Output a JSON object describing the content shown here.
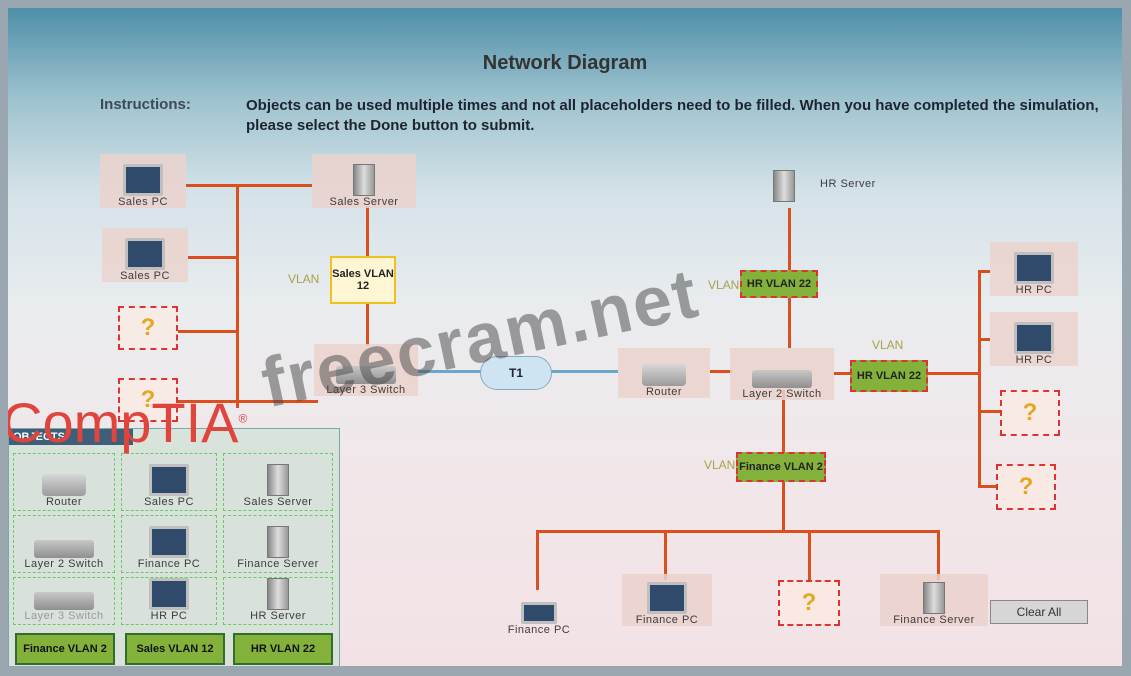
{
  "title": "Network Diagram",
  "instructions": {
    "label": "Instructions:",
    "text": "Objects can be used multiple times and not all placeholders need to be filled. When you have completed the simulation, please select the Done button to submit."
  },
  "diagram": {
    "sales_pc_1": "Sales PC",
    "sales_pc_2": "Sales PC",
    "sales_server": "Sales Server",
    "sales_vlan_word": "VLAN",
    "sales_vlan_box": "Sales VLAN 12",
    "layer3_switch": "Layer 3 Switch",
    "t1": "T1",
    "router": "Router",
    "layer2_switch": "Layer 2 Switch",
    "hr_server": "HR Server",
    "hr_vlan_word_top": "VLAN",
    "hr_vlan_box_top": "HR VLAN 22",
    "hr_vlan_word_right": "VLAN",
    "hr_vlan_box_right": "HR VLAN 22",
    "hr_pc_1": "HR PC",
    "hr_pc_2": "HR PC",
    "finance_vlan_word": "VLAN",
    "finance_vlan_box": "Finance VLAN 2",
    "finance_pc_1": "Finance PC",
    "finance_pc_2": "Finance PC",
    "finance_server": "Finance Server",
    "placeholder": "?"
  },
  "objects": {
    "header": "OBJECTS",
    "items": [
      "Router",
      "Sales PC",
      "Sales Server",
      "Layer 2 Switch",
      "Finance PC",
      "Finance Server",
      "Layer 3 Switch",
      "HR PC",
      "HR Server"
    ],
    "vlans": [
      "Finance VLAN 2",
      "Sales VLAN 12",
      "HR VLAN 22"
    ]
  },
  "buttons": {
    "clear_all": "Clear All"
  },
  "overlay": {
    "watermark": "freecram.net",
    "brand": "CompTIA"
  },
  "colors": {
    "link": "#d9501e",
    "vlan_green": "#84b13a",
    "placeholder_border": "#dd3333",
    "question_mark": "#e2a81f",
    "brand_red": "#e0453d"
  }
}
